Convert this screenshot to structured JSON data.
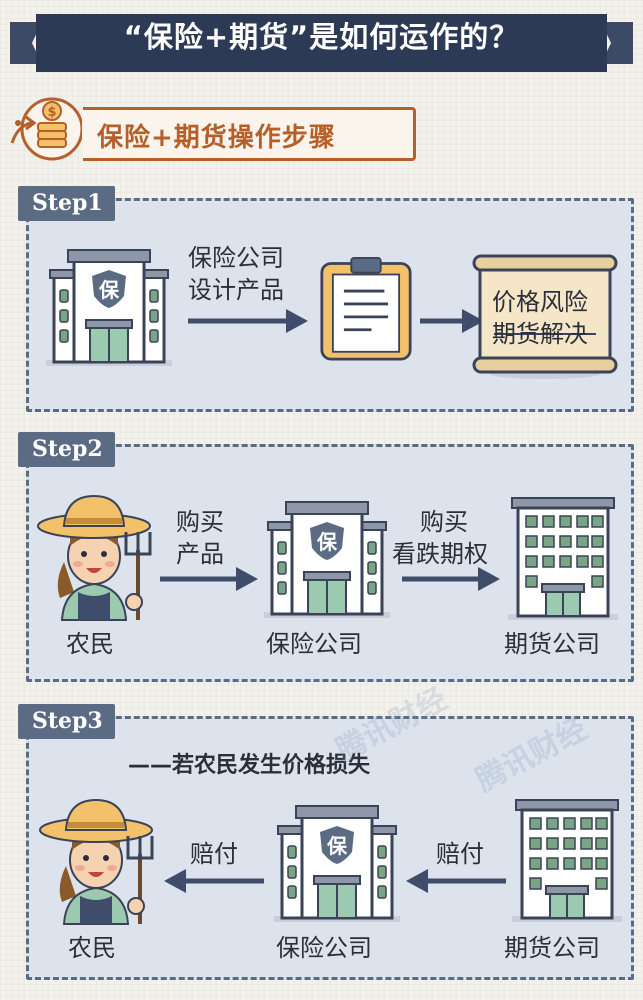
{
  "title": "“保险+期货”是如何运作的？",
  "section_title": "保险+期货操作步骤",
  "watermark": "腾讯财经",
  "step1": {
    "badge": "Step1",
    "arrow_label_line1": "保险公司",
    "arrow_label_line2": "设计产品",
    "scroll_line1": "价格风险",
    "scroll_line2": "期货解决"
  },
  "step2": {
    "badge": "Step2",
    "arrow1_line1": "购买",
    "arrow1_line2": "产品",
    "arrow2_line1": "购买",
    "arrow2_line2": "看跌期权",
    "farmer": "农民",
    "insurer": "保险公司",
    "futures": "期货公司"
  },
  "step3": {
    "badge": "Step3",
    "subtitle": "——若农民发生价格损失",
    "arrow1": "赔付",
    "arrow2": "赔付",
    "farmer": "农民",
    "insurer": "保险公司",
    "futures": "期货公司"
  },
  "colors": {
    "navy": "#2d3a55",
    "slate": "#5b6b84",
    "panel": "#dde3ec",
    "accent_orange": "#b5602a",
    "arrow": "#3f4d6b"
  }
}
